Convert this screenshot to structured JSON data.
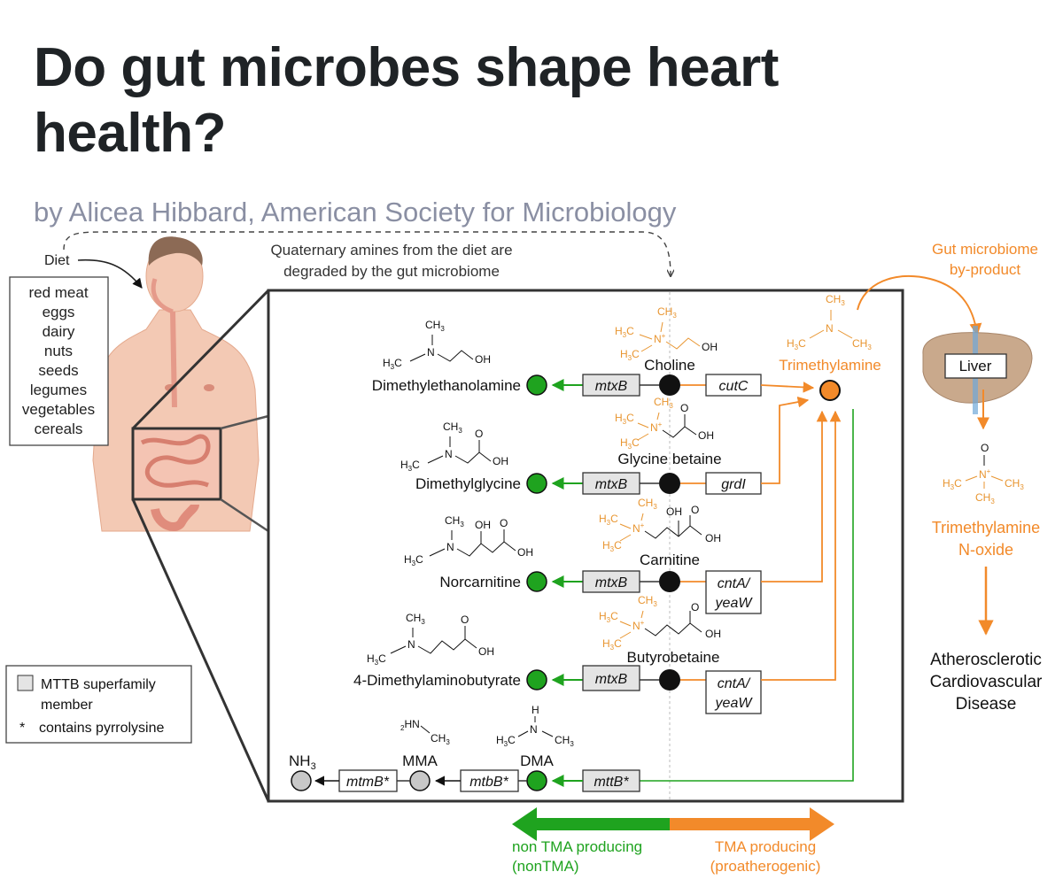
{
  "article": {
    "title": "Do gut microbes shape heart health?",
    "byline": "by Alicea Hibbard, American Society for Microbiology"
  },
  "colors": {
    "green": "#1fa31f",
    "orange": "#f28a2a",
    "frame": "#333333",
    "gene_fill": "#e4e4e4",
    "title": "#1f2326",
    "byline": "#8a8fa3"
  },
  "diet": {
    "label": "Diet",
    "foods": [
      "red meat",
      "eggs",
      "dairy",
      "nuts",
      "seeds",
      "legumes",
      "vegetables",
      "cereals"
    ]
  },
  "top_note": [
    "Quaternary amines from the diet are",
    "degraded by the gut microbiome"
  ],
  "substrates": [
    "Choline",
    "Glycine betaine",
    "Carnitine",
    "Butyrobetaine"
  ],
  "products": [
    "Dimethylethanolamine",
    "Dimethylglycine",
    "Norcarnitine",
    "4-Dimethylaminobutyrate"
  ],
  "mtxb_label": "mtxB",
  "tma_genes": [
    "cutC",
    "grdI",
    "cntA/",
    "yeaW",
    "cntA/",
    "yeaW"
  ],
  "tma_label": "Trimethylamine",
  "bottom_path": {
    "nh3": "NH",
    "nh3_sub": "3",
    "mma": "MMA",
    "dma": "DMA",
    "mtmb": "mtmB*",
    "mtbb": "mtbB*",
    "mttb": "mttB*"
  },
  "chem": {
    "ch3": "CH",
    "h3c": "H",
    "sub3": "3",
    "n": "N",
    "oh": "OH",
    "o": "O",
    "h": "H",
    "hn": "HN",
    "c": "C",
    "sub2": "2",
    "nplus": "+"
  },
  "right_panel": {
    "gut_note": [
      "Gut microbiome",
      "by-product"
    ],
    "liver": "Liver",
    "tmao": [
      "Trimethylamine",
      "N-oxide"
    ],
    "disease": [
      "Atherosclerotic",
      "Cardiovascular",
      "Disease"
    ]
  },
  "legend": {
    "mttb_label": [
      "MTTB superfamily",
      "member"
    ],
    "star": "*",
    "star_label": "contains pyrrolysine"
  },
  "bottom_arrow": {
    "left": [
      "non TMA producing",
      "(nonTMA)"
    ],
    "right": [
      "TMA producing",
      "(proatherogenic)"
    ]
  }
}
